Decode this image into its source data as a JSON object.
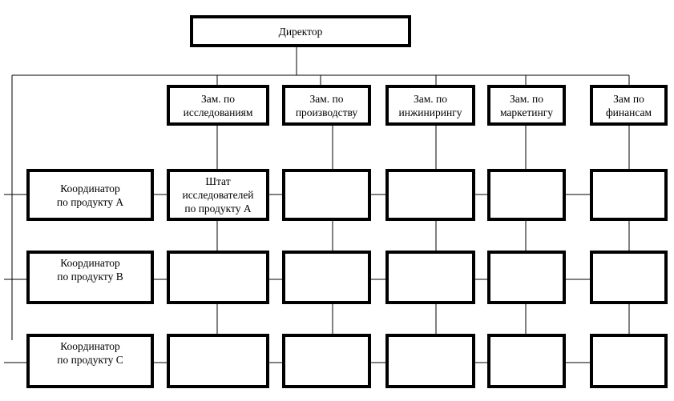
{
  "director": {
    "line1": "Директор"
  },
  "deputies": [
    {
      "line1": "Зам. по",
      "line2": "исследованиям"
    },
    {
      "line1": "Зам. по",
      "line2": "производству"
    },
    {
      "line1": "Зам. по",
      "line2": "инжинирингу"
    },
    {
      "line1": "Зам. по",
      "line2": "маркетингу"
    },
    {
      "line1": "Зам по",
      "line2": "финансам"
    }
  ],
  "coordinators": [
    {
      "line1": "Координатор",
      "line2": "по продукту А"
    },
    {
      "line1": "Координатор",
      "line2": "по продукту В"
    },
    {
      "line1": "Координатор",
      "line2": "по продукту С"
    }
  ],
  "staff_a_research": {
    "line1": "Штат",
    "line2": "исследователей",
    "line3": "по продукту А"
  },
  "line_color": "#000000"
}
